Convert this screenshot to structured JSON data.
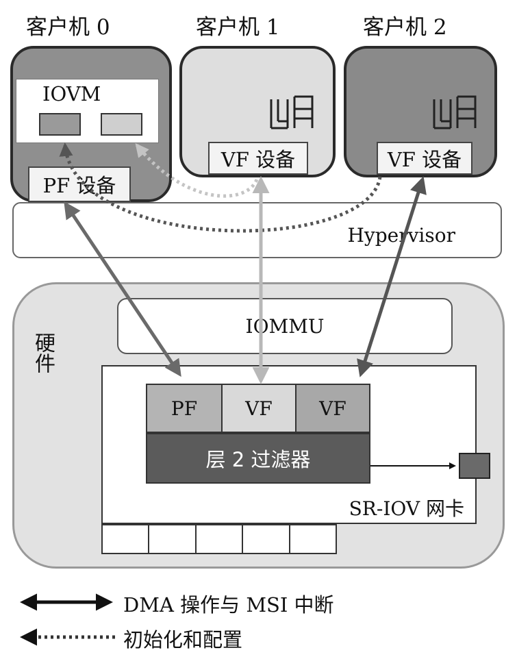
{
  "guests": [
    {
      "title": "客户机 0",
      "iovm": "IOVM",
      "device": "PF 设备"
    },
    {
      "title": "客户机 1",
      "device": "VF 设备"
    },
    {
      "title": "客户机 2",
      "device": "VF 设备"
    }
  ],
  "hypervisor": "Hypervisor",
  "hardware": {
    "label": "硬件",
    "iommu": "IOMMU",
    "nic": {
      "label": "SR-IOV 网卡",
      "functions": [
        "PF",
        "VF",
        "VF"
      ],
      "filter": "层 2 过滤器"
    }
  },
  "legend": [
    {
      "label": "DMA 操作与 MSI 中断"
    },
    {
      "label": "初始化和配置"
    }
  ]
}
